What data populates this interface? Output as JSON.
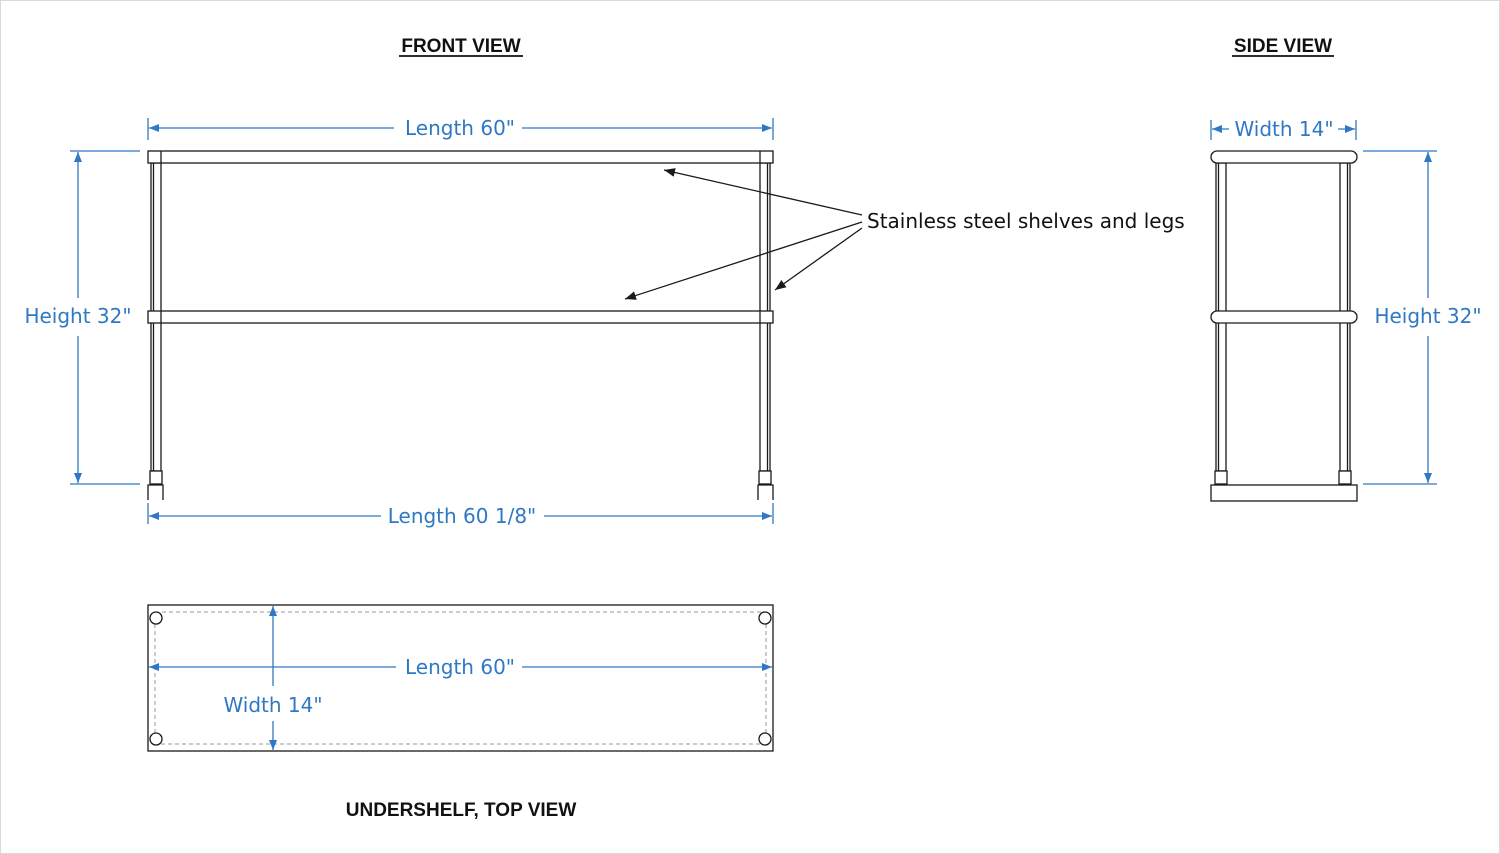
{
  "colors": {
    "dimension": "#2f78c4",
    "ink": "#1a1a1a",
    "background": "#ffffff"
  },
  "front_view": {
    "title": "FRONT VIEW",
    "top_length_label": "Length 60\"",
    "height_label": "Height 32\"",
    "bottom_length_label": "Length 60 1/8\"",
    "callout_label": "Stainless steel shelves and legs"
  },
  "side_view": {
    "title": "SIDE VIEW",
    "width_label": "Width 14\"",
    "height_label": "Height 32\""
  },
  "top_view": {
    "title": "UNDERSHELF, TOP VIEW",
    "length_label": "Length 60\"",
    "width_label": "Width 14\""
  }
}
